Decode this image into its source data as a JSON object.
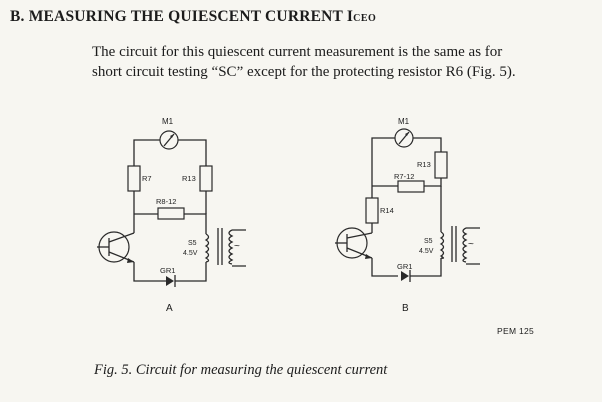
{
  "heading": {
    "text": "B. MEASURING THE QUIESCENT CURRENT I",
    "subscript": "CEO"
  },
  "paragraph": {
    "line1": "The circuit for this quiescent current measurement is the same as for",
    "line2": "short circuit testing “SC” except for the protecting resistor R6 (Fig. 5)."
  },
  "circuit_a": {
    "label": "A",
    "meter": "M1",
    "r_left": "R7",
    "r_right": "R13",
    "r_mid": "R8-12",
    "switch": "S5",
    "voltage": "4.5V",
    "diode": "GR1"
  },
  "circuit_b": {
    "label": "B",
    "meter": "M1",
    "r_right": "R13",
    "r_mid": "R7-12",
    "r_left": "R14",
    "switch": "S5",
    "voltage": "4.5V",
    "diode": "GR1"
  },
  "figure_code": "PEM 125",
  "caption": "Fig. 5.  Circuit for measuring the quiescent current"
}
